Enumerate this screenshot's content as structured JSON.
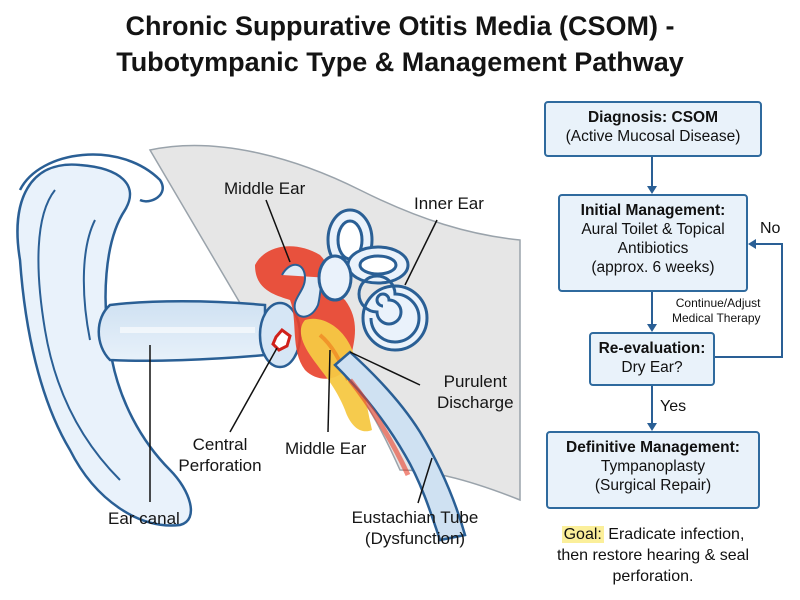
{
  "title": {
    "line1": "Chronic Suppurative Otitis Media (CSOM) -",
    "line2": "Tubotympanic Type & Management Pathway"
  },
  "anatomy_labels": {
    "middle_ear_top": "Middle Ear",
    "inner_ear": "Inner Ear",
    "purulent_discharge": [
      "Purulent",
      "Discharge"
    ],
    "central_perforation": [
      "Central",
      "Perforation"
    ],
    "middle_ear_bottom": "Middle Ear",
    "ear_canal": "Ear canal",
    "eustachian_tube": [
      "Eustachian Tube",
      "(Dysfunction)"
    ]
  },
  "flowchart": {
    "diagnosis": {
      "heading": "Diagnosis: CSOM",
      "lines": [
        "(Active Mucosal Disease)"
      ]
    },
    "initial": {
      "heading": "Initial Management:",
      "lines": [
        "Aural Toilet & Topical",
        "Antibiotics",
        "(approx. 6 weeks)"
      ]
    },
    "reevaluation": {
      "heading": "Re-evaluation:",
      "lines": [
        "Dry Ear?"
      ]
    },
    "definitive": {
      "heading": "Definitive Management:",
      "lines": [
        "Tympanoplasty",
        "(Surgical Repair)"
      ]
    },
    "no_label": "No",
    "yes_label": "Yes",
    "loop_note": [
      "Continue/Adjust",
      "Medical Therapy"
    ]
  },
  "goal": {
    "keyword": "Goal:",
    "text_line1": " Eradicate infection,",
    "text_line2": "then restore hearing & seal",
    "text_line3": "perforation."
  },
  "colors": {
    "outline": "#2a5f95",
    "tissue_light": "#dbe9f6",
    "bone": "#e3e3e3",
    "inflammation_red": "#e8402a",
    "discharge_yellow": "#f5c843",
    "box_fill": "#e9f2fa",
    "goal_highlight": "#fbef9a"
  },
  "icons": [
    "ear-anatomy-illustration",
    "flow-arrow"
  ]
}
